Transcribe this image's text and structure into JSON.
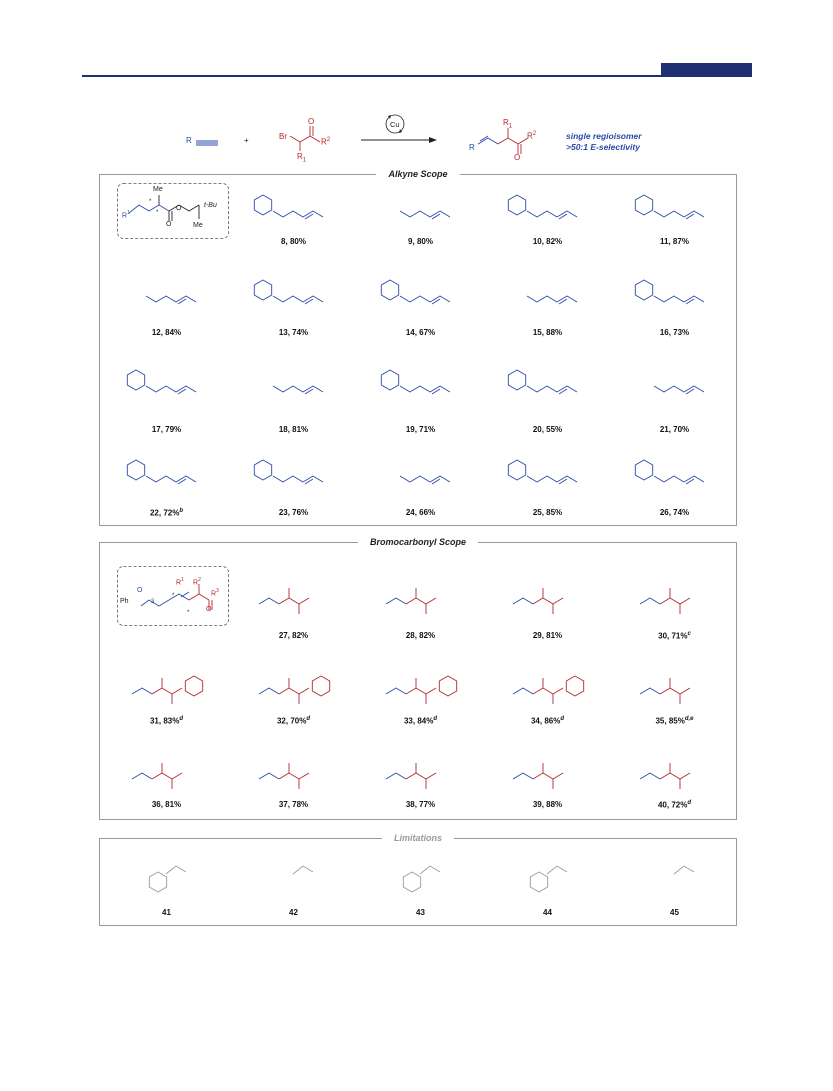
{
  "header": {
    "accent": "#1f2f73"
  },
  "colors": {
    "alkyne": "#2b4aa6",
    "bromo": "#b3262b",
    "limit": "#9a9a9a"
  },
  "reaction": {
    "alkyne_R": "R",
    "plus": "+",
    "bromo_br": "Br",
    "bromo_o": "O",
    "bromo_r2": "R",
    "bromo_r2_sup": "2",
    "bromo_r1": "R",
    "bromo_r1_sub": "1",
    "catalyst": "Cu",
    "prod_R": "R",
    "prod_r1": "R",
    "prod_r1_sub": "1",
    "prod_r2": "R",
    "prod_r2_sup": "2",
    "prod_o": "O",
    "selectivity_1": "single regioisomer",
    "selectivity_2": ">50:1 E-selectivity"
  },
  "alkyne_scope": {
    "title": "Alkyne Scope",
    "template": {
      "r1": "R",
      "r1_sup": "1",
      "me1": "Me",
      "o1": "O",
      "o2": "O",
      "tbu": "t-Bu",
      "me2": "Me",
      "star1": "*",
      "star2": "*"
    },
    "captions": [
      "8, 80%",
      "9, 80%",
      "10, 82%",
      "11, 87%",
      "12, 84%",
      "13, 74%",
      "14, 67%",
      "15, 88%",
      "16, 73%",
      "17, 79%",
      "18, 81%",
      "19, 71%",
      "20, 55%",
      "21, 70%",
      "22, 72%",
      "23, 76%",
      "24, 66%",
      "25, 85%",
      "26, 74%"
    ],
    "caption_22_sup": "b"
  },
  "bromo_scope": {
    "title": "Bromocarbonyl Scope",
    "template": {
      "ph": "Ph",
      "o": "O",
      "n3": "3",
      "r1": "R",
      "r1_sup": "1",
      "r2": "R",
      "r2_sup": "2",
      "r3": "R",
      "r3_sup": "3",
      "o2": "O",
      "star1": "*",
      "star2": "*"
    },
    "captions": [
      {
        "t": "27, 82%",
        "s": ""
      },
      {
        "t": "28, 82%",
        "s": ""
      },
      {
        "t": "29, 81%",
        "s": ""
      },
      {
        "t": "30, 71%",
        "s": "c"
      },
      {
        "t": "31, 83%",
        "s": "d"
      },
      {
        "t": "32, 70%",
        "s": "d"
      },
      {
        "t": "33, 84%",
        "s": "d"
      },
      {
        "t": "34, 86%",
        "s": "d"
      },
      {
        "t": "35, 85%",
        "s": "d,e"
      },
      {
        "t": "36, 81%",
        "s": ""
      },
      {
        "t": "37, 78%",
        "s": ""
      },
      {
        "t": "38, 77%",
        "s": ""
      },
      {
        "t": "39, 88%",
        "s": ""
      },
      {
        "t": "40, 72%",
        "s": "d"
      }
    ]
  },
  "limitations": {
    "title": "Limitations",
    "captions": [
      "41",
      "42",
      "43",
      "44",
      "45"
    ]
  }
}
